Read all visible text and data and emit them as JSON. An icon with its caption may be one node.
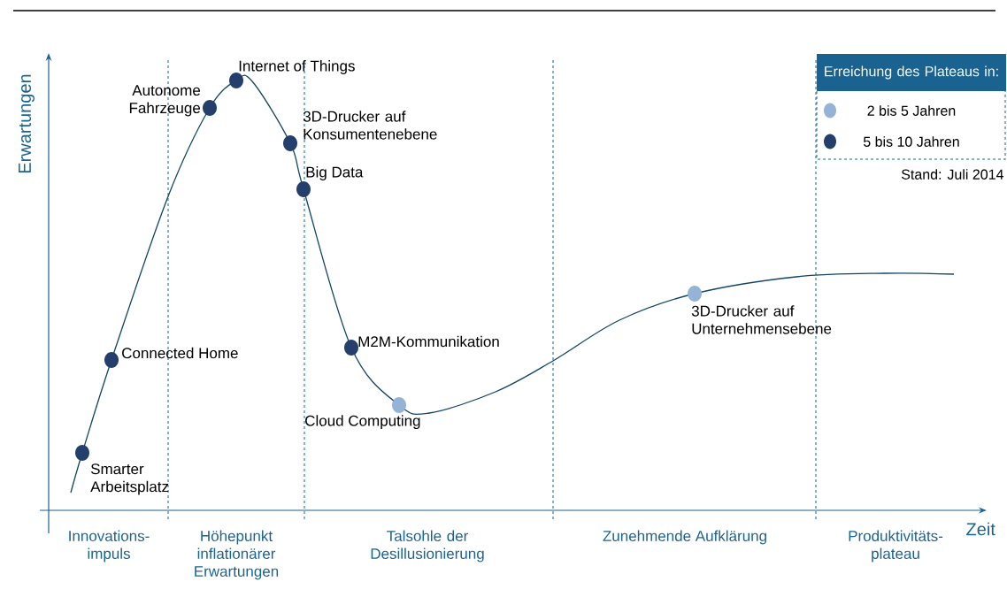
{
  "diagram": {
    "nodes": [
      {
        "text": [
          "Smarter Arbeitsplatz"
        ]
      },
      {
        "text": [
          "Connected Home"
        ]
      },
      {
        "text": [
          "Autonome Fahrzeuge"
        ]
      },
      {
        "text": [
          "Internet of Things"
        ]
      },
      {
        "text": [
          "3D-Drucker auf Konsumentenebene"
        ]
      },
      {
        "text": [
          "Big Data"
        ]
      },
      {
        "text": [
          "M2M-Kommunikation"
        ]
      },
      {
        "text": [
          "Cloud Computing"
        ]
      },
      {
        "text": [
          "3D-Drucker auf Unternehmensebene"
        ]
      }
    ],
    "labels": [
      "Erwartungen",
      "Zeit",
      "Innovations- impuls",
      "Höhepunkt inflationärer Erwartungen",
      "Talsohle der Desillusionierung",
      "Zunehmende Aufklärung",
      "Produktivitäts- plateau",
      "Erreichung des Plateaus in:",
      "Stand: Juli 2014"
    ],
    "legend": [
      {
        "text": "2 bis 5 Jahren",
        "color": "#95b3d7"
      },
      {
        "text": "5 bis 10 Jahren",
        "color": "#243f6b"
      }
    ]
  }
}
